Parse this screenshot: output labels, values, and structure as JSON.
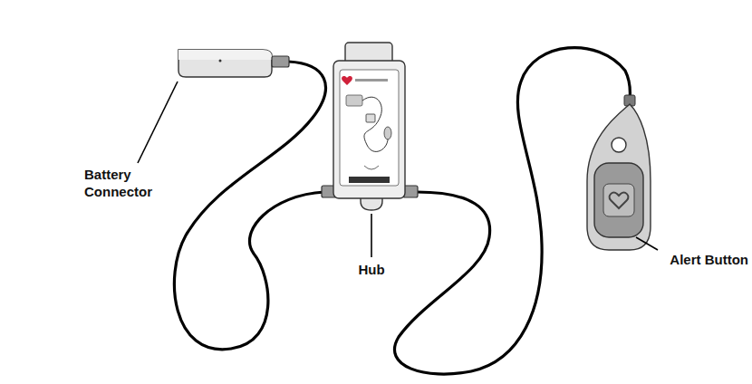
{
  "diagram": {
    "labels": [
      "Battery Connector",
      "Hub",
      "Alert Button"
    ]
  }
}
